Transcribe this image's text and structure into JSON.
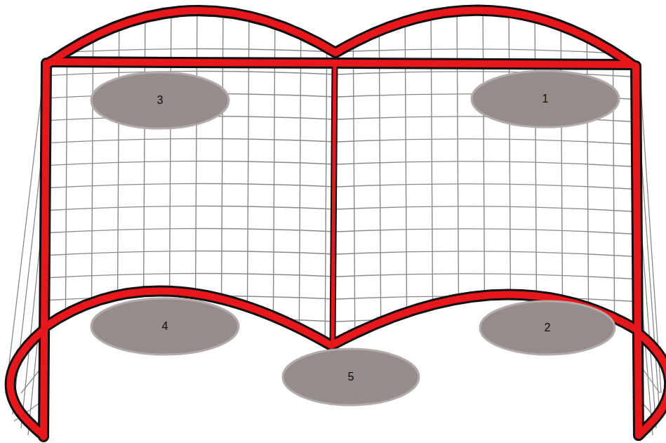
{
  "diagram": {
    "nodes": [
      {
        "text": [
          "3"
        ]
      },
      {
        "text": [
          "1"
        ]
      },
      {
        "text": [
          "4"
        ]
      },
      {
        "text": [
          "2"
        ]
      },
      {
        "text": [
          "5"
        ]
      }
    ]
  }
}
